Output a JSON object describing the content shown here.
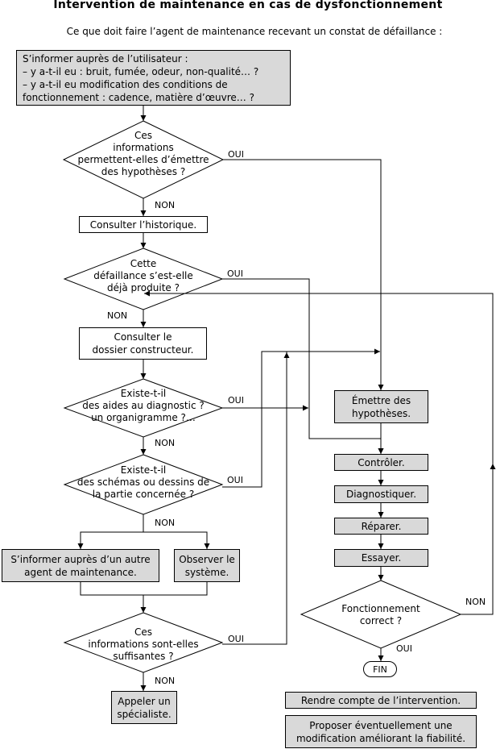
{
  "title": "Intervention de maintenance en cas de dysfonctionnement",
  "subtitle": "Ce que doit faire l’agent de maintenance recevant un constat de défaillance :",
  "nodes": {
    "inform_user": "S’informer auprès de l’utilisateur :\n– y a-t-il eu : bruit, fumée, odeur, non-qualité… ?\n– y a-t-il eu modification des conditions de\nfonctionnement : cadence, matière d’œuvre… ?",
    "decision_hypotheses": "Ces\ninformations\npermettent-elles d’émettre\ndes hypothèses ?",
    "consult_history": "Consulter l’historique.",
    "decision_already": "Cette\ndéfaillance s’est-elle\ndéjà produite ?",
    "consult_manufacturer": "Consulter le\ndossier constructeur.",
    "decision_aids": "Existe-t-il\ndes aides au diagnostic ?\nun organigramme ?…",
    "decision_schemas": "Existe-t-il\ndes schémas ou dessins de\nla partie concernée ?",
    "inform_other_agent": "S’informer auprès d’un autre\nagent de maintenance.",
    "observe_system": "Observer le\nsystème.",
    "decision_sufficient": "Ces\ninformations sont-elles\nsuffisantes ?",
    "call_specialist": "Appeler un\nspécialiste.",
    "emit_hypotheses": "Émettre des\nhypothèses.",
    "control": "Contrôler.",
    "diagnose": "Diagnostiquer.",
    "repair": "Réparer.",
    "test": "Essayer.",
    "decision_correct": "Fonctionnement\ncorrect ?",
    "fin": "FIN",
    "report": "Rendre compte de l’intervention.",
    "propose": "Proposer éventuellement une\nmodification améliorant la fiabilité."
  },
  "labels": {
    "yes": "OUI",
    "no": "NON"
  }
}
